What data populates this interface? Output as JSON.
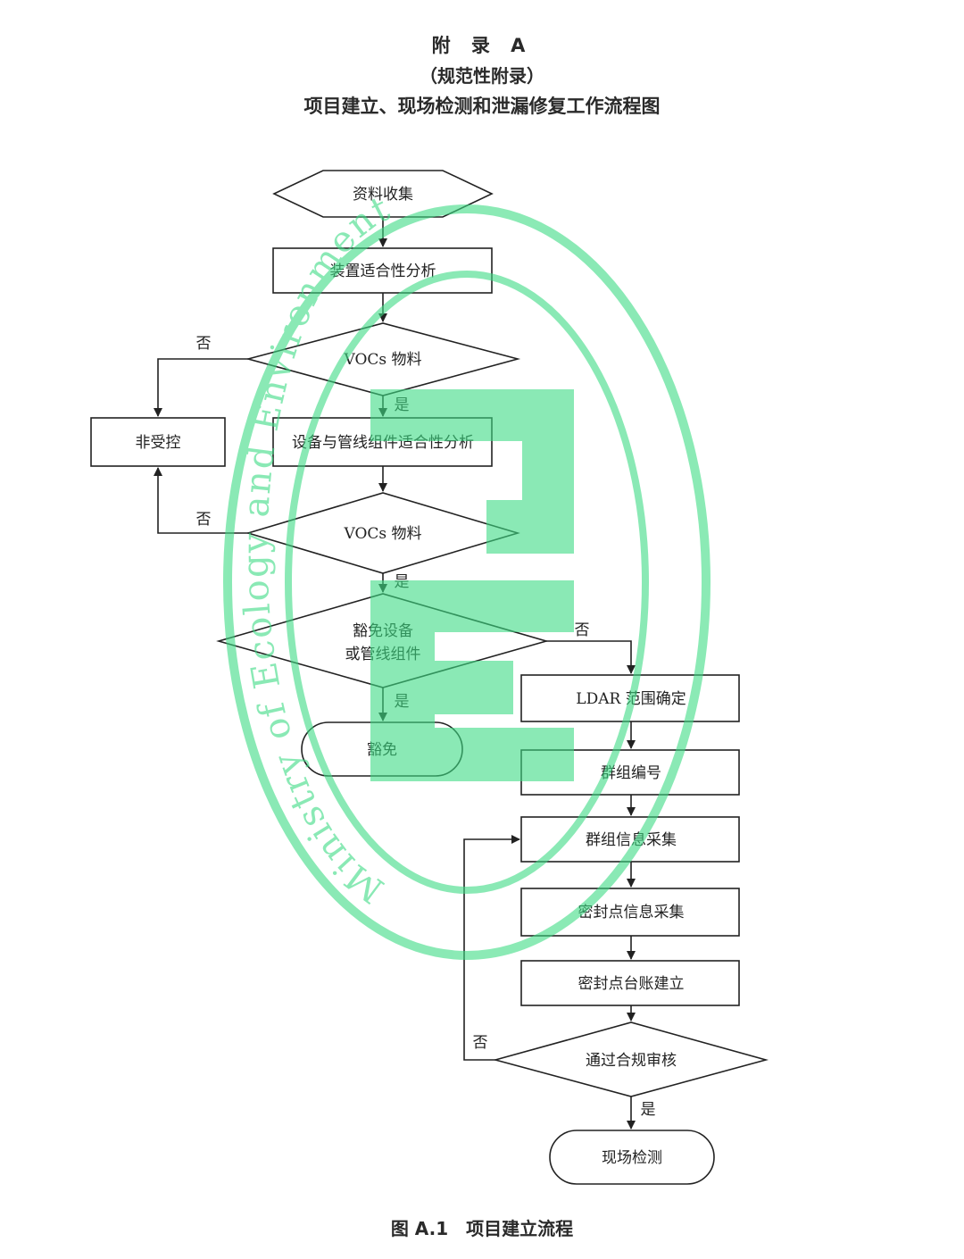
{
  "header": {
    "title": "附 录 A",
    "subtitle": "（规范性附录）",
    "caption": "项目建立、现场检测和泄漏修复工作流程图"
  },
  "nodes": {
    "collect": "资料收集",
    "device_analysis": "装置适合性分析",
    "vocs1": "VOCs 物料",
    "uncontrolled": "非受控",
    "component_analysis": "设备与管线组件适合性分析",
    "vocs2": "VOCs 物料",
    "exempt_q_line1": "豁免设备",
    "exempt_q_line2": "或管线组件",
    "exempt": "豁免",
    "ldar_scope": "LDAR 范围确定",
    "group_number": "群组编号",
    "group_info": "群组信息采集",
    "seal_info": "密封点信息采集",
    "seal_ledger": "密封点台账建立",
    "compliance_review": "通过合规审核",
    "field_test": "现场检测"
  },
  "labels": {
    "no": "否",
    "yes": "是"
  },
  "figure": {
    "number": "图 A.1",
    "title": "项目建立流程"
  },
  "watermark": {
    "text": "Ministry of Ecology and Environment",
    "color": "#3ddc84"
  }
}
